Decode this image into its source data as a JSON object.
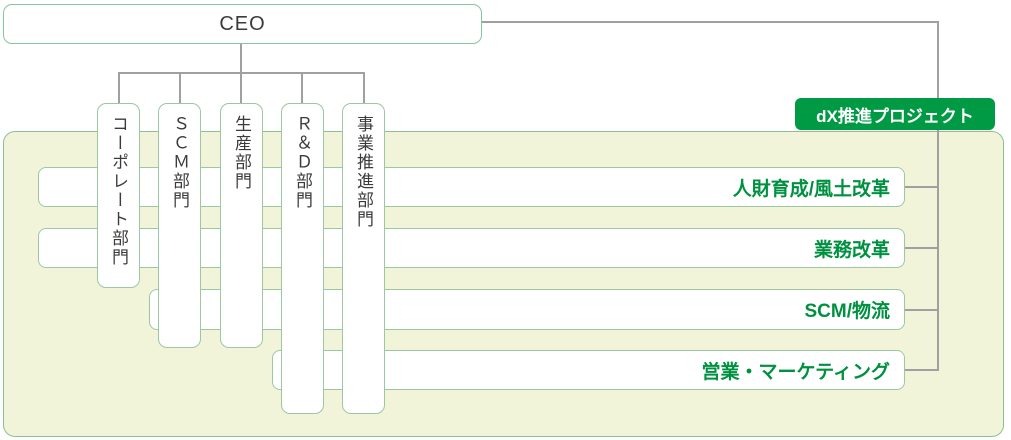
{
  "org": {
    "ceo": {
      "label": "CEO"
    },
    "departments": [
      {
        "label": "コーポレート部門"
      },
      {
        "label": "ＳＣＭ部門"
      },
      {
        "label": "生産部門"
      },
      {
        "label": "Ｒ＆Ｄ部門"
      },
      {
        "label": "事業推進部門"
      }
    ]
  },
  "project": {
    "header": {
      "label": "dX推進プロジェクト"
    },
    "workstreams": [
      {
        "label": "人財育成/風土改革"
      },
      {
        "label": "業務改革"
      },
      {
        "label": "SCM/物流"
      },
      {
        "label": "営業・マーケティング"
      }
    ]
  },
  "colors": {
    "project_green": "#009a44",
    "workstream_label_green": "#009140",
    "panel_fill": "#f1f4d8",
    "panel_border": "#8cc094",
    "box_border": "#9bc8a3",
    "connector_gray": "#a0a0a0",
    "text_dark": "#3b3b3b"
  }
}
